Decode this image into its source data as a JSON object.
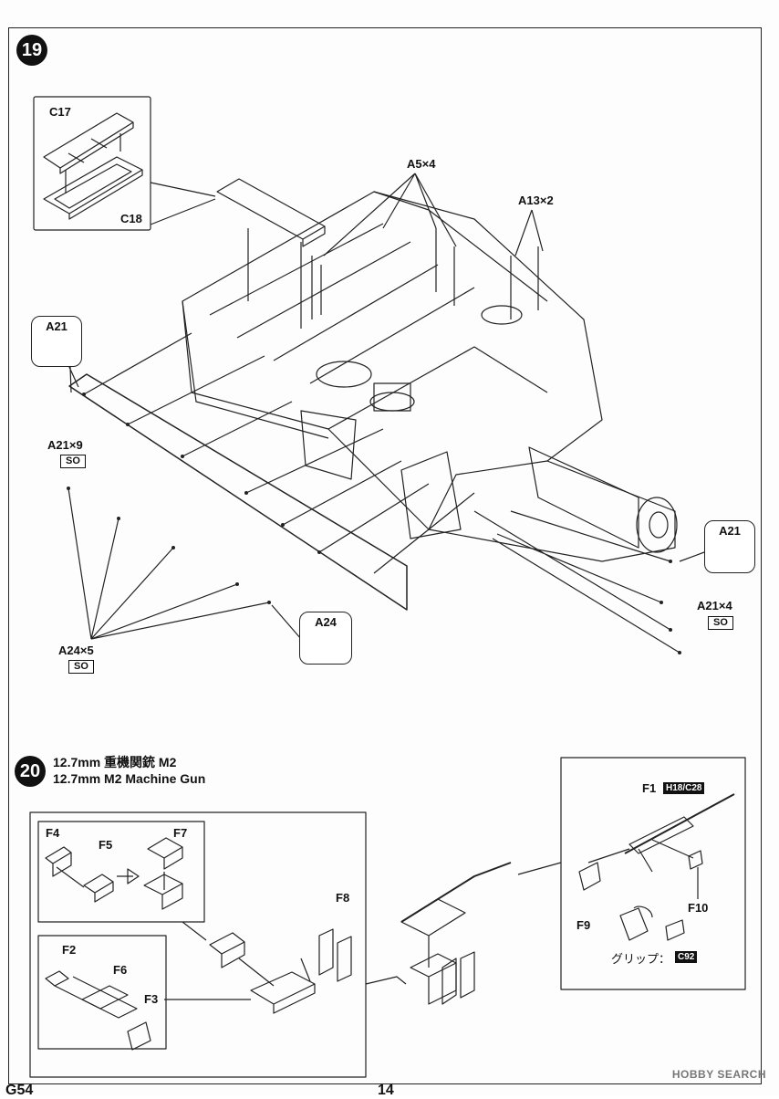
{
  "step19": {
    "number": "19",
    "callout_c": {
      "c17": "C17",
      "c18": "C18"
    },
    "a5_label": "A5×4",
    "a13_label": "A13×2",
    "a21_box_left": "A21",
    "a21_label_left": "A21×9",
    "so_left": "SO",
    "a21_box_right": "A21",
    "a21_label_right": "A21×4",
    "so_right": "SO",
    "a24_box": "A24",
    "a24_label": "A24×5",
    "so_bottom": "SO"
  },
  "step20": {
    "number": "20",
    "title_jp": "12.7mm 重機関銃 M2",
    "title_en": "12.7mm M2 Machine Gun",
    "parts": {
      "f1": "F1",
      "f1_badge": "H18/C28",
      "f2": "F2",
      "f3": "F3",
      "f4": "F4",
      "f5": "F5",
      "f6": "F6",
      "f7": "F7",
      "f8": "F8",
      "f9": "F9",
      "f10": "F10"
    },
    "grip_label": "グリップ：",
    "grip_badge": "C92"
  },
  "footer": {
    "code": "G54",
    "page": "14"
  },
  "watermark": "HOBBY SEARCH"
}
